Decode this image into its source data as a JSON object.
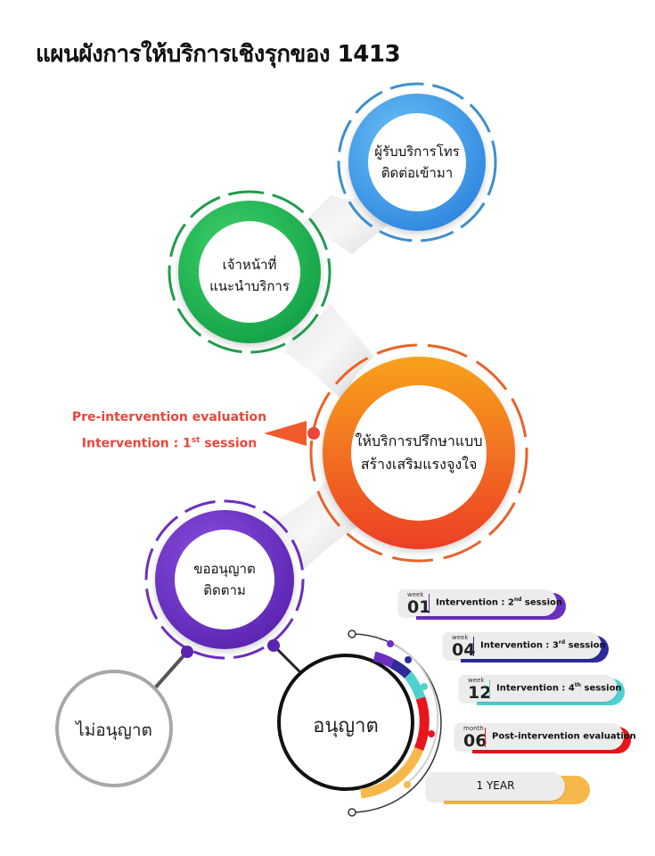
{
  "title": "แผนผังการให้บริการเชิงรุกของ 1413",
  "nodes": {
    "call_in": {
      "line1": "ผู้รับบริการโทร",
      "line2": "ติดต่อเข้ามา",
      "color": "#3d9be9"
    },
    "staff": {
      "line1": "เจ้าหน้าที่",
      "line2": "แนะนำบริการ",
      "color": "#1fb14f"
    },
    "counsel": {
      "line1": "ให้บริการปรึกษาแบบ",
      "line2": "สร้างเสริมแรงจูงใจ",
      "color": "#f5851f"
    },
    "consent": {
      "line1": "ขออนุญาต",
      "line2": "ติดตาม",
      "color": "#6a2fbf"
    }
  },
  "pre_intervention": {
    "line1": "Pre-intervention evaluation",
    "line2_main": "Intervention : 1",
    "line2_sup": "st",
    "line2_tail": " session",
    "color": "#e8473a"
  },
  "outcomes": {
    "declined": "ไม่อนุญาต",
    "allowed": "อนุญาต"
  },
  "steps": [
    {
      "unit": "week",
      "num": "01",
      "label_main": "Intervention : 2",
      "label_sup": "nd",
      "label_tail": " session",
      "color": "#6a2fbf"
    },
    {
      "unit": "week",
      "num": "04",
      "label_main": "Intervention : 3",
      "label_sup": "rd",
      "label_tail": " session",
      "color": "#2e2a9a"
    },
    {
      "unit": "week",
      "num": "12",
      "label_main": "Intervention : 4",
      "label_sup": "th",
      "label_tail": " session",
      "color": "#4fd1d0"
    },
    {
      "unit": "month",
      "num": "06",
      "label_main": "Post-intervention evaluation",
      "label_sup": "",
      "label_tail": "",
      "color": "#e8161c"
    }
  ],
  "year_label": "1 YEAR",
  "year_color": "#f6b84a"
}
